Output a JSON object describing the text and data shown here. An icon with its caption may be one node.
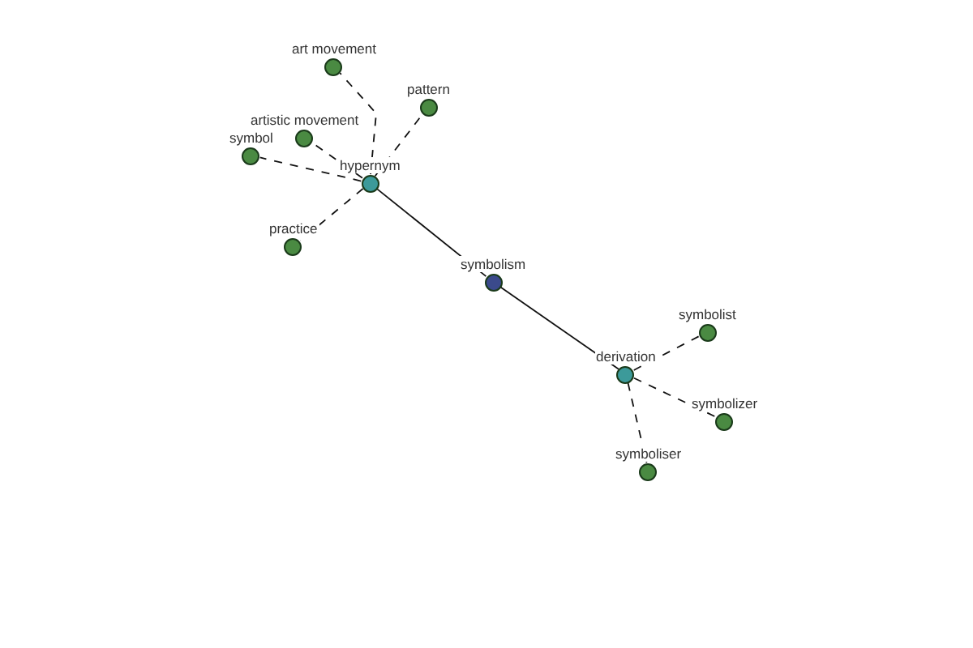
{
  "diagram": {
    "nodes": [
      {
        "text": [
          "symbolism"
        ]
      },
      {
        "text": [
          "hypernym"
        ]
      },
      {
        "text": [
          "derivation"
        ]
      },
      {
        "text": [
          "art movement"
        ]
      },
      {
        "text": [
          "pattern"
        ]
      },
      {
        "text": [
          "artistic movement"
        ]
      },
      {
        "text": [
          "symbol"
        ]
      },
      {
        "text": [
          "practice"
        ]
      },
      {
        "text": [
          "symbolist"
        ]
      },
      {
        "text": [
          "symbolizer"
        ]
      },
      {
        "text": [
          "symboliser"
        ]
      }
    ],
    "edges": [
      {
        "from": 0,
        "to": 1,
        "arrow": "none"
      },
      {
        "from": 0,
        "to": 2,
        "arrow": "none"
      },
      {
        "from": 1,
        "to": 3,
        "arrow": "none",
        "style": "dashed"
      },
      {
        "from": 1,
        "to": 4,
        "arrow": "none",
        "style": "dashed"
      },
      {
        "from": 1,
        "to": 5,
        "arrow": "none",
        "style": "dashed"
      },
      {
        "from": 1,
        "to": 6,
        "arrow": "none",
        "style": "dashed"
      },
      {
        "from": 1,
        "to": 7,
        "arrow": "none",
        "style": "dashed"
      },
      {
        "from": 2,
        "to": 8,
        "arrow": "none",
        "style": "dashed"
      },
      {
        "from": 2,
        "to": 9,
        "arrow": "none",
        "style": "dashed"
      },
      {
        "from": 2,
        "to": 10,
        "arrow": "none",
        "style": "dashed"
      }
    ]
  }
}
